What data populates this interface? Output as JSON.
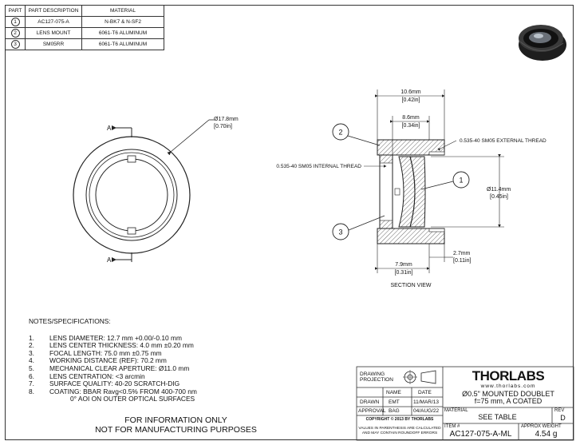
{
  "parts_table": {
    "headers": [
      "PART",
      "PART DESCRIPTION",
      "MATERIAL"
    ],
    "rows": [
      {
        "part": "1",
        "description": "AC127-075-A",
        "material": "N-BK7 & N-SF2"
      },
      {
        "part": "2",
        "description": "LENS MOUNT",
        "material": "6061-T6 ALUMINUM"
      },
      {
        "part": "3",
        "description": "SM05RR",
        "material": "6061-T6 ALUMINUM"
      }
    ]
  },
  "front_view": {
    "section_label_top": "A",
    "section_label_bottom": "A",
    "diameter": "Ø17.8mm",
    "diameter_in": "[0.70in]"
  },
  "section_view": {
    "width_total": "10.6mm",
    "width_total_in": "[0.42in]",
    "width_inner": "8.6mm",
    "width_inner_in": "[0.34in]",
    "external_thread": "0.535-40 SM05 EXTERNAL THREAD",
    "internal_thread": "0.535-40 SM05 INTERNAL THREAD",
    "clear_diameter": "Ø11.4mm",
    "clear_diameter_in": "[0.45in]",
    "bottom_width": "7.9mm",
    "bottom_width_in": "[0.31in]",
    "thread_length": "2.7mm",
    "thread_length_in": "[0.11in]",
    "title": "SECTION VIEW",
    "callouts": [
      "1",
      "2",
      "3"
    ]
  },
  "notes": {
    "header": "NOTES/SPECIFICATIONS:",
    "items": [
      {
        "num": "1.",
        "text": "LENS DIAMETER: 12.7 mm +0.00/-0.10 mm"
      },
      {
        "num": "2.",
        "text": "LENS CENTER THICKNESS: 4.0 mm ±0.20 mm"
      },
      {
        "num": "3.",
        "text": "FOCAL LENGTH: 75.0 mm ±0.75 mm"
      },
      {
        "num": "4.",
        "text": "WORKING DISTANCE (REF): 70.2 mm"
      },
      {
        "num": "5.",
        "text": "MECHANICAL CLEAR APERTURE: Ø11.0 mm"
      },
      {
        "num": "6.",
        "text": "LENS CENTRATION: <3 arcmin"
      },
      {
        "num": "7.",
        "text": "SURFACE QUALITY: 40-20 SCRATCH-DIG"
      },
      {
        "num": "8.",
        "text": "COATING: BBAR Ravg<0.5% FROM 400-700 nm"
      }
    ],
    "continuation": "0° AOI ON OUTER OPTICAL SURFACES"
  },
  "info_text": {
    "line1": "FOR INFORMATION ONLY",
    "line2": "NOT FOR MANUFACTURING PURPOSES"
  },
  "title_block": {
    "drawing_projection": "DRAWING PROJECTION",
    "name_header": "NAME",
    "date_header": "DATE",
    "drawn_label": "DRAWN",
    "drawn_name": "EMT",
    "drawn_date": "11/MAR/13",
    "approval_label": "APPROVAL",
    "approval_name": "BAG",
    "approval_date": "04/AUG/22",
    "copyright": "COPYRIGHT © 2013 BY THORLABS",
    "disclaimer_line1": "VALUES IN PARENTHESIS ARE CALCULATED",
    "disclaimer_line2": "AND MAY CONTAIN ROUNDOFF ERRORS",
    "logo": "THORLABS",
    "website": "www.thorlabs.com",
    "description_line1": "Ø0.5\" MOUNTED DOUBLET",
    "description_line2": "f=75 mm, A COATED",
    "material_label": "MATERIAL",
    "material_value": "SEE TABLE",
    "rev_label": "REV",
    "rev_value": "D",
    "item_label": "ITEM #",
    "item_value": "AC127-075-A-ML",
    "weight_label": "APPROX WEIGHT",
    "weight_value": "4.54 g"
  },
  "colors": {
    "line": "#222222",
    "hatch": "#444444",
    "product_body": "#2a2a2a"
  }
}
